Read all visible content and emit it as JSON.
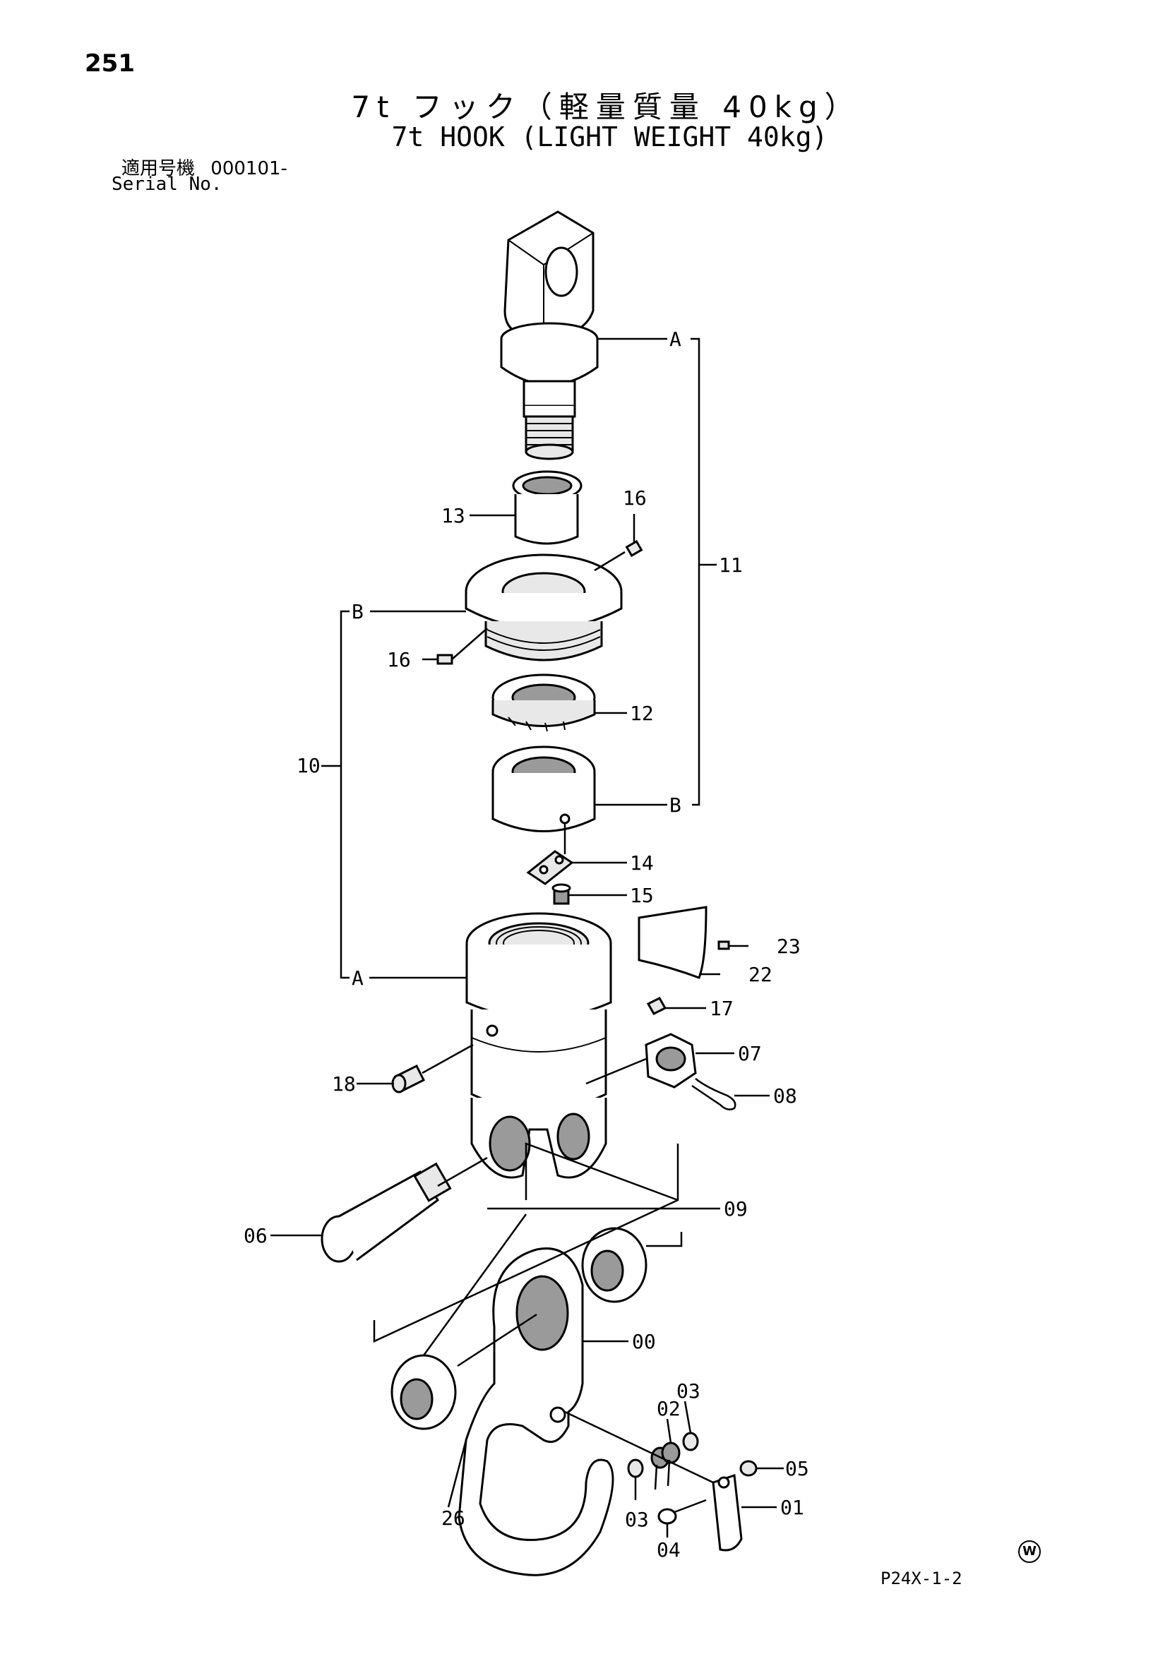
{
  "page_number": "251",
  "title": {
    "japanese": "7t フック（軽量質量 40kg）",
    "english": "7t HOOK (LIGHT WEIGHT 40kg)"
  },
  "serial": {
    "label_ja": "適用号機",
    "value": "000101-",
    "label_en": "Serial No."
  },
  "callouts": {
    "p00": "00",
    "p01": "01",
    "p02": "02",
    "p03a": "03",
    "p03b": "03",
    "p04": "04",
    "p05": "05",
    "p06": "06",
    "p07": "07",
    "p08": "08",
    "p09": "09",
    "p10": "10",
    "p11": "11",
    "p12": "12",
    "p13": "13",
    "p14": "14",
    "p15": "15",
    "p16a": "16",
    "p16b": "16",
    "p17": "17",
    "p18": "18",
    "p22": "22",
    "p23": "23",
    "p26": "26",
    "refA_top": "A",
    "refA_bottom": "A",
    "refB_top": "B",
    "refB_bottom": "B"
  },
  "doc_code": "P24X-1-2",
  "watermark": "W"
}
